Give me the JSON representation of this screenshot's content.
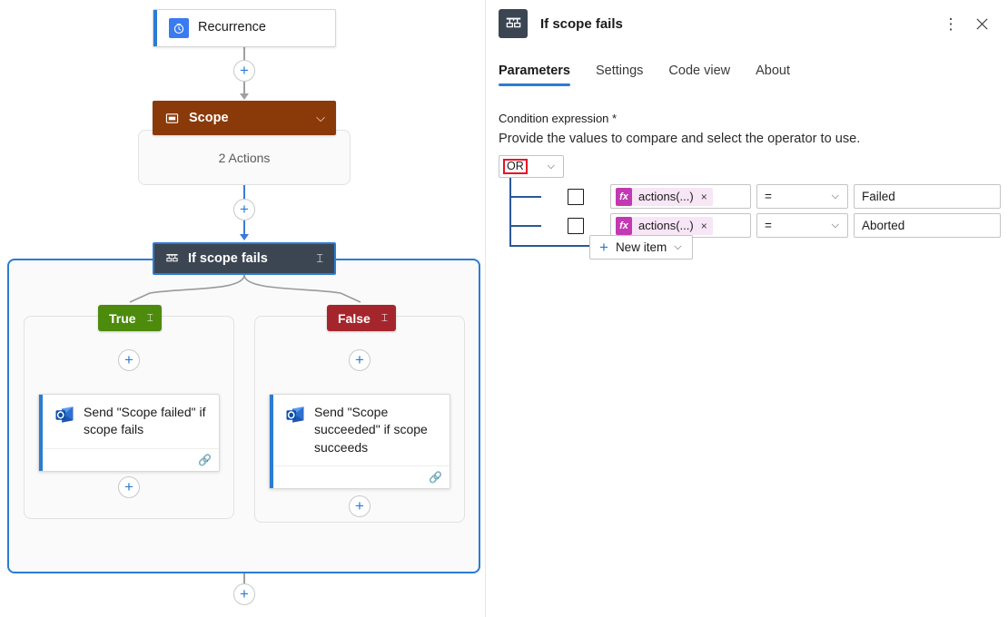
{
  "canvas": {
    "nodes": {
      "recurrence": {
        "label": "Recurrence",
        "icon": "clock-icon"
      },
      "scope": {
        "label": "Scope",
        "icon": "scope-icon",
        "actions_count": "2 Actions",
        "chevron": "chevron-down-icon"
      },
      "condition": {
        "label": "If scope fails",
        "icon": "condition-icon",
        "chevron": "chevron-up-icon"
      }
    },
    "branches": [
      {
        "key": "true",
        "label": "True",
        "color": "#4d8b0d",
        "chevron": "chevron-up-icon"
      },
      {
        "key": "false",
        "label": "False",
        "color": "#a4262c",
        "chevron": "chevron-up-icon"
      }
    ],
    "actions": [
      {
        "key": "true",
        "title": "Send \"Scope failed\" if scope fails",
        "icon": "outlook-icon",
        "footer_icon": "link-icon"
      },
      {
        "key": "false",
        "title": "Send \"Scope succeeded\" if scope succeeds",
        "icon": "outlook-icon",
        "footer_icon": "link-icon"
      }
    ],
    "add_button_label": "+"
  },
  "panel": {
    "title": "If scope fails",
    "icon": "condition-icon",
    "more_icon": "kebab-menu-icon",
    "close_icon": "close-icon",
    "tabs": [
      {
        "label": "Parameters",
        "active": true
      },
      {
        "label": "Settings",
        "active": false
      },
      {
        "label": "Code view",
        "active": false
      },
      {
        "label": "About",
        "active": false
      }
    ],
    "field": {
      "label": "Condition expression *",
      "description": "Provide the values to compare and select the operator to use."
    },
    "builder": {
      "group_operator": "OR",
      "group_chevron": "chevron-down-icon",
      "highlight_color": "#e81123",
      "rows": [
        {
          "checkbox_checked": false,
          "token_label": "actions(...)",
          "token_fx": "fx",
          "token_remove": "×",
          "operator": "=",
          "operator_chevron": "chevron-down-icon",
          "value": "Failed",
          "more": "…"
        },
        {
          "checkbox_checked": false,
          "token_label": "actions(...)",
          "token_fx": "fx",
          "token_remove": "×",
          "operator": "=",
          "operator_chevron": "chevron-down-icon",
          "value": "Aborted",
          "more": "…"
        }
      ],
      "new_item": {
        "label": "New item",
        "plus": "+",
        "chevron": "chevron-down-icon"
      }
    }
  }
}
